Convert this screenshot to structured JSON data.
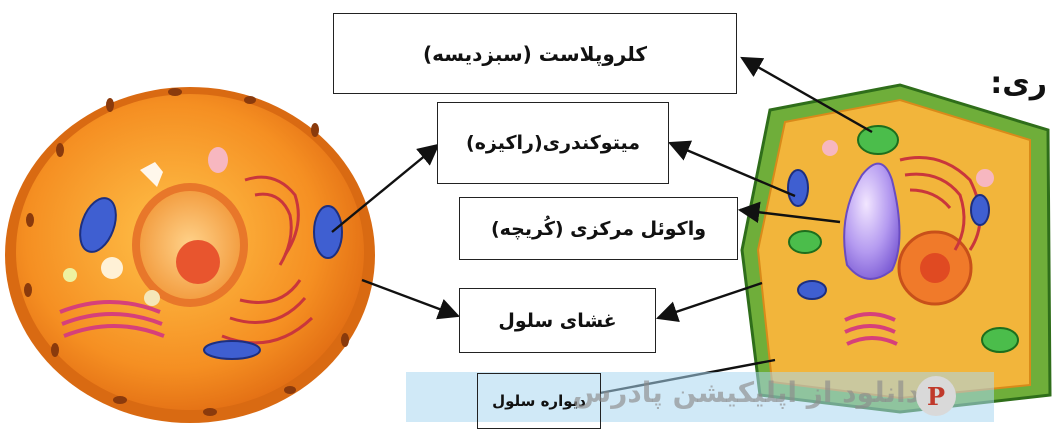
{
  "heading": "ری:",
  "labels": {
    "chloroplast": "کلروپلاست (سبزدیسه)",
    "mitochondria": "میتوکندری(راکیزه)",
    "vacuole": "واکوئل مرکزی (کُریچه)",
    "membrane": "غشای سلول",
    "cell_wall": "دیواره سلول"
  },
  "watermark": {
    "text": "دانلود از اپلیکیشن پادرس",
    "logo_glyph": "P"
  },
  "colors": {
    "animal_cell": "#f39a2b",
    "plant_cell_wall": "#6fae3a",
    "plant_cytoplasm": "#f2b53b",
    "mitochondria": "#3f5fd1",
    "vacuole": "#a98be6",
    "chloroplast": "#4bbd4b",
    "golgi": "#d6407a",
    "nucleus": "#e8552e"
  },
  "icons": [
    "arrow-icon",
    "logo-icon"
  ]
}
